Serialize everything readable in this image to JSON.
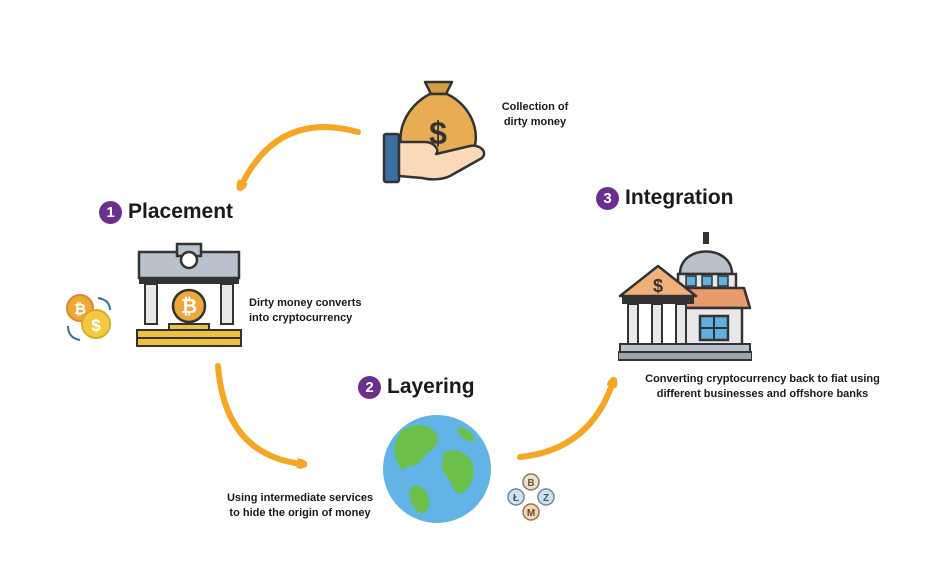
{
  "collection": {
    "line1": "Collection of",
    "line2": "dirty money",
    "icon": "money-bag-hand-icon"
  },
  "placement": {
    "number": "1",
    "title": "Placement",
    "line1": "Dirty money converts",
    "line2": "into cryptocurrency",
    "icon": "bank-bitcoin-icon",
    "side_icon": "bitcoin-dollar-exchange-icon"
  },
  "layering": {
    "number": "2",
    "title": "Layering",
    "line1": "Using intermediate services",
    "line2": "to hide the origin of money",
    "icon": "globe-icon",
    "side_icon": "crypto-coins-cycle-icon"
  },
  "integration": {
    "number": "3",
    "title": "Integration",
    "line1": "Converting cryptocurrency back to fiat using",
    "line2": "different businesses and offshore banks",
    "icon": "dollar-bank-building-icon"
  },
  "colors": {
    "arrow": "#f5a623",
    "badge": "#6b2f8e",
    "gold": "#f0b13a",
    "outline": "#333333"
  }
}
